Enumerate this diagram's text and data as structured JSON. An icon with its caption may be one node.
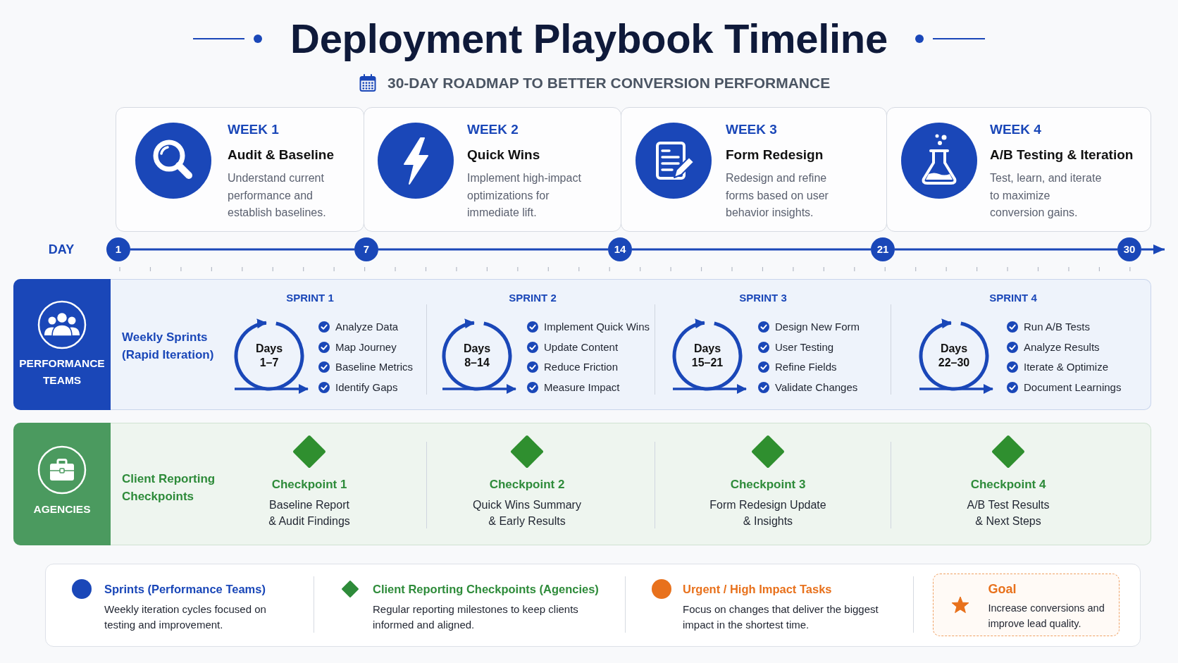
{
  "diagram": {
    "title": "Deployment Playbook Timeline",
    "nodes": [
      {
        "text": [
          "WEEK 1",
          "Audit & Baseline",
          "Understand current performance and establish baselines."
        ]
      },
      {
        "text": [
          "WEEK 2",
          "Quick Wins",
          "Implement high-impact optimizations for immediate lift."
        ]
      },
      {
        "text": [
          "WEEK 3",
          "Form Redesign",
          "Redesign and refine forms based on user behavior insights."
        ]
      },
      {
        "text": [
          "WEEK 4",
          "A/B Testing & Iteration",
          "Test, learn, and iterate to maximize conversion gains."
        ]
      },
      {
        "text": [
          "1"
        ]
      },
      {
        "text": [
          "7"
        ]
      },
      {
        "text": [
          "14"
        ]
      },
      {
        "text": [
          "21"
        ]
      },
      {
        "text": [
          "30"
        ]
      },
      {
        "text": [
          "Weekly Sprints (Rapid Iteration)"
        ]
      },
      {
        "text": [
          "PERFORMANCE TEAMS"
        ],
        "in": 9
      },
      {
        "text": [
          "Days 1–7"
        ],
        "in": 9,
        "beside": [
          "SPRINT 1",
          "Analyze Data",
          "Map Journey",
          "Baseline Metrics",
          "Identify Gaps"
        ]
      },
      {
        "text": [
          "Days 8–14"
        ],
        "in": 9,
        "beside": [
          "SPRINT 2",
          "Implement Quick Wins",
          "Update Content",
          "Reduce Friction",
          "Measure Impact"
        ]
      },
      {
        "text": [
          "Days 15–21"
        ],
        "in": 9,
        "beside": [
          "SPRINT 3",
          "Design New Form",
          "User Testing",
          "Refine Fields",
          "Validate Changes"
        ]
      },
      {
        "text": [
          "Days 22–30"
        ],
        "in": 9,
        "beside": [
          "SPRINT 4",
          "Run A/B Tests",
          "Analyze Results",
          "Iterate & Optimize",
          "Document Learnings"
        ]
      },
      {
        "text": [
          "Client Reporting Checkpoints"
        ]
      },
      {
        "text": [
          "AGENCIES"
        ],
        "in": 15
      },
      {
        "text": [],
        "shape": "diamond",
        "in": 15,
        "beside": [
          "Checkpoint 1",
          "Baseline Report & Audit Findings"
        ]
      },
      {
        "text": [],
        "shape": "diamond",
        "in": 15,
        "beside": [
          "Checkpoint 2",
          "Quick Wins Summary & Early Results"
        ]
      },
      {
        "text": [],
        "shape": "diamond",
        "in": 15,
        "beside": [
          "Checkpoint 3",
          "Form Redesign Update & Insights"
        ]
      },
      {
        "text": [],
        "shape": "diamond",
        "in": 15,
        "beside": [
          "Checkpoint 4",
          "A/B Test Results & Next Steps"
        ]
      },
      {
        "text": [
          "Goal",
          "Increase conversions and improve lead quality."
        ]
      }
    ],
    "edges": [
      {
        "from": 4,
        "to": 5,
        "arrow": "none"
      },
      {
        "from": 5,
        "to": 6,
        "arrow": "none"
      },
      {
        "from": 6,
        "to": 7,
        "arrow": "none"
      },
      {
        "from": 7,
        "to": 8,
        "arrow": "none"
      },
      {
        "from": 8,
        "to": null,
        "arrow": "to"
      }
    ],
    "labels": [
      "30-DAY ROADMAP TO BETTER CONVERSION PERFORMANCE",
      "DAY",
      "Weekly iteration cycles focused on testing and improvement.",
      "Regular reporting milestones to keep clients informed and aligned.",
      "Focus on changes that deliver the biggest impact in the shortest time."
    ],
    "legend": [
      {
        "text": "Sprints (Performance Teams)",
        "color": "#1a47b8"
      },
      {
        "text": "Client Reporting Checkpoints (Agencies)",
        "color": "#2e8b3a"
      },
      {
        "text": "Urgent / High Impact Tasks",
        "color": "#e8711c"
      }
    ]
  }
}
